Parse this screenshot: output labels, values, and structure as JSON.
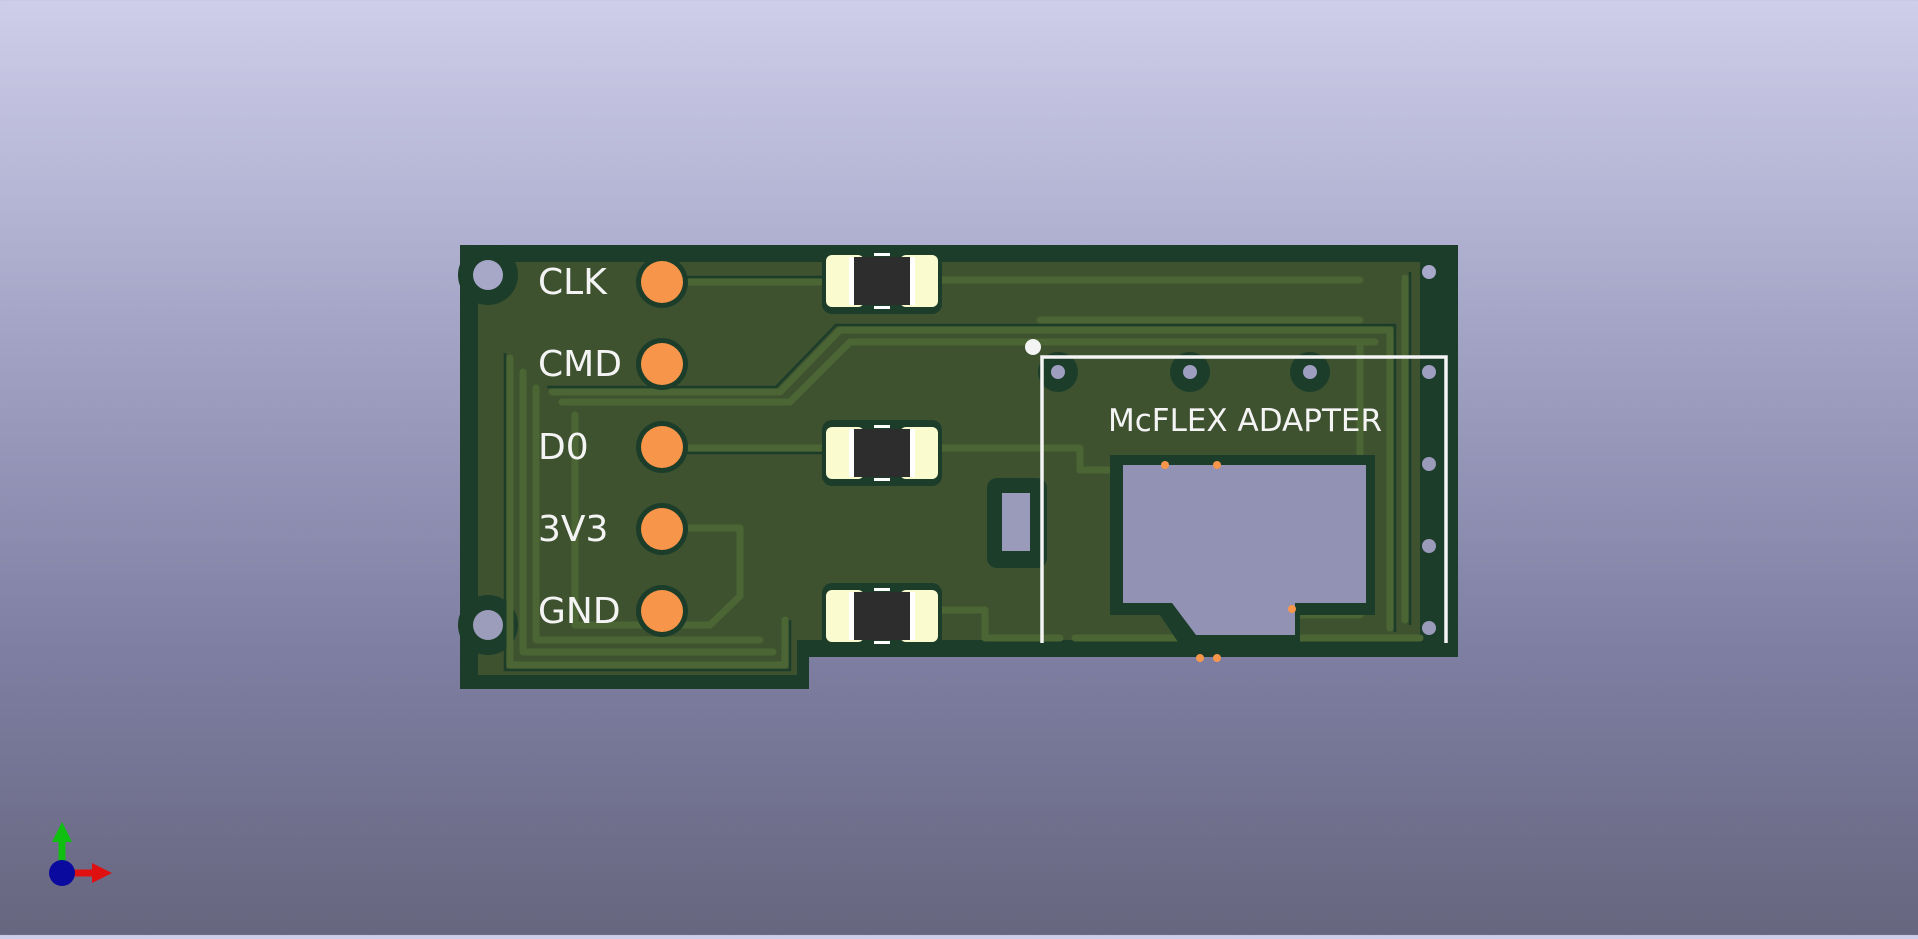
{
  "board": {
    "pin_labels": [
      "CLK",
      "CMD",
      "D0",
      "3V3",
      "GND"
    ],
    "adapter_label": "McFLEX ADAPTER"
  },
  "colors": {
    "background_top": "#ceceea",
    "background_bottom": "#66667f",
    "substrate": "#1b3d2a",
    "copper_pour": "#3e5230",
    "trace": "#4c6534",
    "pad": "#f7964a",
    "silkscreen": "#f4f4f4",
    "component_body": "#2d2d2d",
    "component_terminal": "#fbfbd0"
  },
  "axis_gizmo": {
    "x_axis_color": "#e01010",
    "y_axis_color": "#10c010",
    "z_axis_color": "#0a0a9e"
  }
}
